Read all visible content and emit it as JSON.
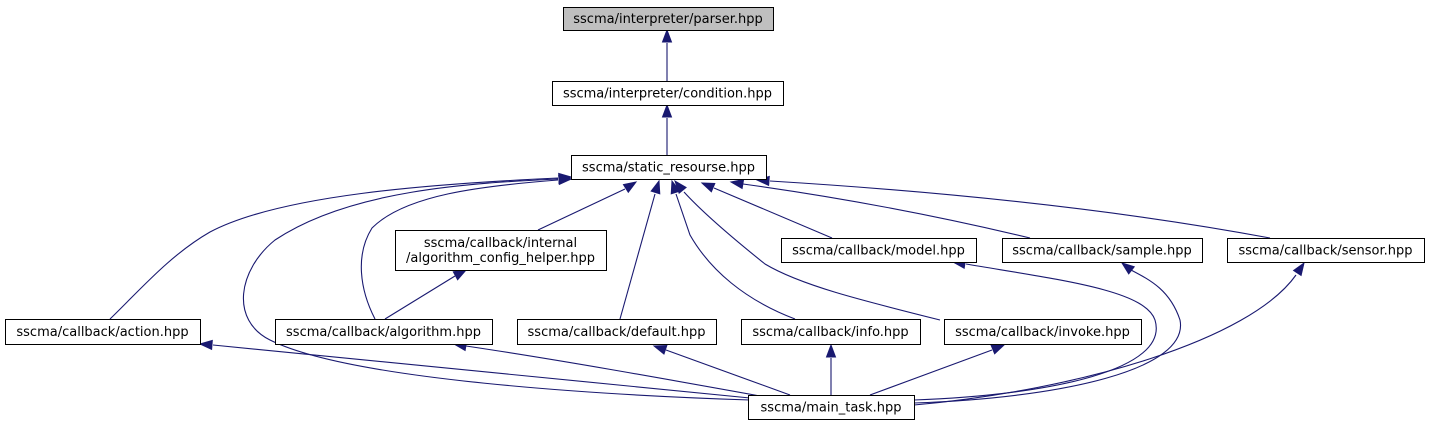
{
  "graph": {
    "nodes": [
      {
        "id": "parser",
        "lines": [
          "sscma/interpreter/parser.hpp"
        ],
        "highlighted": true
      },
      {
        "id": "condition",
        "lines": [
          "sscma/interpreter/condition.hpp"
        ]
      },
      {
        "id": "static",
        "lines": [
          "sscma/static_resourse.hpp"
        ]
      },
      {
        "id": "internal",
        "lines": [
          "sscma/callback/internal",
          "/algorithm_config_helper.hpp"
        ]
      },
      {
        "id": "model",
        "lines": [
          "sscma/callback/model.hpp"
        ]
      },
      {
        "id": "sample",
        "lines": [
          "sscma/callback/sample.hpp"
        ]
      },
      {
        "id": "sensor",
        "lines": [
          "sscma/callback/sensor.hpp"
        ]
      },
      {
        "id": "action",
        "lines": [
          "sscma/callback/action.hpp"
        ]
      },
      {
        "id": "algorithm",
        "lines": [
          "sscma/callback/algorithm.hpp"
        ]
      },
      {
        "id": "default",
        "lines": [
          "sscma/callback/default.hpp"
        ]
      },
      {
        "id": "info",
        "lines": [
          "sscma/callback/info.hpp"
        ]
      },
      {
        "id": "invoke",
        "lines": [
          "sscma/callback/invoke.hpp"
        ]
      },
      {
        "id": "main_task",
        "lines": [
          "sscma/main_task.hpp"
        ]
      }
    ],
    "edges": [
      {
        "from": "condition",
        "to": "parser"
      },
      {
        "from": "static",
        "to": "condition"
      },
      {
        "from": "action",
        "to": "static"
      },
      {
        "from": "algorithm",
        "to": "static"
      },
      {
        "from": "internal",
        "to": "static"
      },
      {
        "from": "default",
        "to": "static"
      },
      {
        "from": "info",
        "to": "static"
      },
      {
        "from": "invoke",
        "to": "static"
      },
      {
        "from": "model",
        "to": "static"
      },
      {
        "from": "sample",
        "to": "static"
      },
      {
        "from": "sensor",
        "to": "static"
      },
      {
        "from": "main_task",
        "to": "static"
      },
      {
        "from": "algorithm",
        "to": "internal"
      },
      {
        "from": "main_task",
        "to": "action"
      },
      {
        "from": "main_task",
        "to": "algorithm"
      },
      {
        "from": "main_task",
        "to": "default"
      },
      {
        "from": "main_task",
        "to": "info"
      },
      {
        "from": "main_task",
        "to": "invoke"
      },
      {
        "from": "main_task",
        "to": "model"
      },
      {
        "from": "main_task",
        "to": "sample"
      },
      {
        "from": "main_task",
        "to": "sensor"
      }
    ]
  }
}
